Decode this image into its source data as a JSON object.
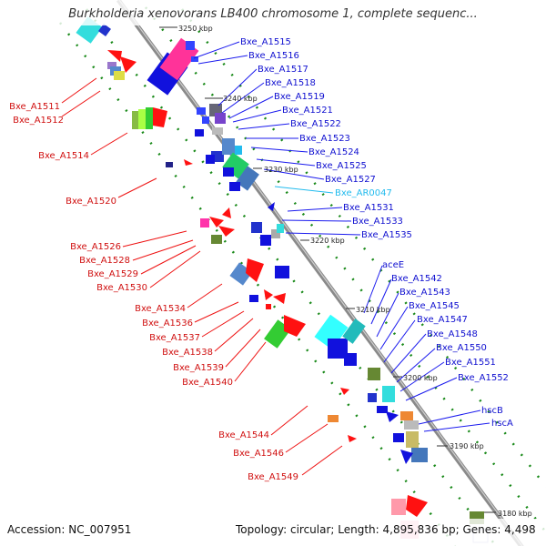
{
  "title": "Burkholderia xenovorans LB400 chromosome 1, complete sequenc...",
  "footer": {
    "accession": "Accession: NC_007951",
    "summary": "Topology: circular; Length: 4,895,836 bp; Genes: 4,498"
  },
  "colors": {
    "backbone": "#8a8a8a",
    "plus_label": "#1010d0",
    "minus_label": "#d01010",
    "rna_label": "#22bbee",
    "tick_dot": "#1a8a1a"
  },
  "ticks": [
    {
      "label": "3250 kbp"
    },
    {
      "label": "3240 kbp"
    },
    {
      "label": "3230 kbp"
    },
    {
      "label": "3220 kbp"
    },
    {
      "label": "3210 kbp"
    },
    {
      "label": "3200 kbp"
    },
    {
      "label": "3190 kbp"
    },
    {
      "label": "3180 kbp"
    }
  ],
  "plus_labels": [
    "Bxe_A1515",
    "Bxe_A1516",
    "Bxe_A1517",
    "Bxe_A1518",
    "Bxe_A1519",
    "Bxe_A1521",
    "Bxe_A1522",
    "Bxe_A1523",
    "Bxe_A1524",
    "Bxe_A1525",
    "Bxe_A1527",
    "Bxe_AR0047",
    "Bxe_A1531",
    "Bxe_A1533",
    "Bxe_A1535",
    "aceE",
    "Bxe_A1542",
    "Bxe_A1543",
    "Bxe_A1545",
    "Bxe_A1547",
    "Bxe_A1548",
    "Bxe_A1550",
    "Bxe_A1551",
    "Bxe_A1552",
    "hscB",
    "hscA"
  ],
  "minus_labels": [
    "Bxe_A1511",
    "Bxe_A1512",
    "Bxe_A1514",
    "Bxe_A1520",
    "Bxe_A1526",
    "Bxe_A1528",
    "Bxe_A1529",
    "Bxe_A1530",
    "Bxe_A1534",
    "Bxe_A1536",
    "Bxe_A1537",
    "Bxe_A1538",
    "Bxe_A1539",
    "Bxe_A1540",
    "Bxe_A1544",
    "Bxe_A1546",
    "Bxe_A1549"
  ]
}
